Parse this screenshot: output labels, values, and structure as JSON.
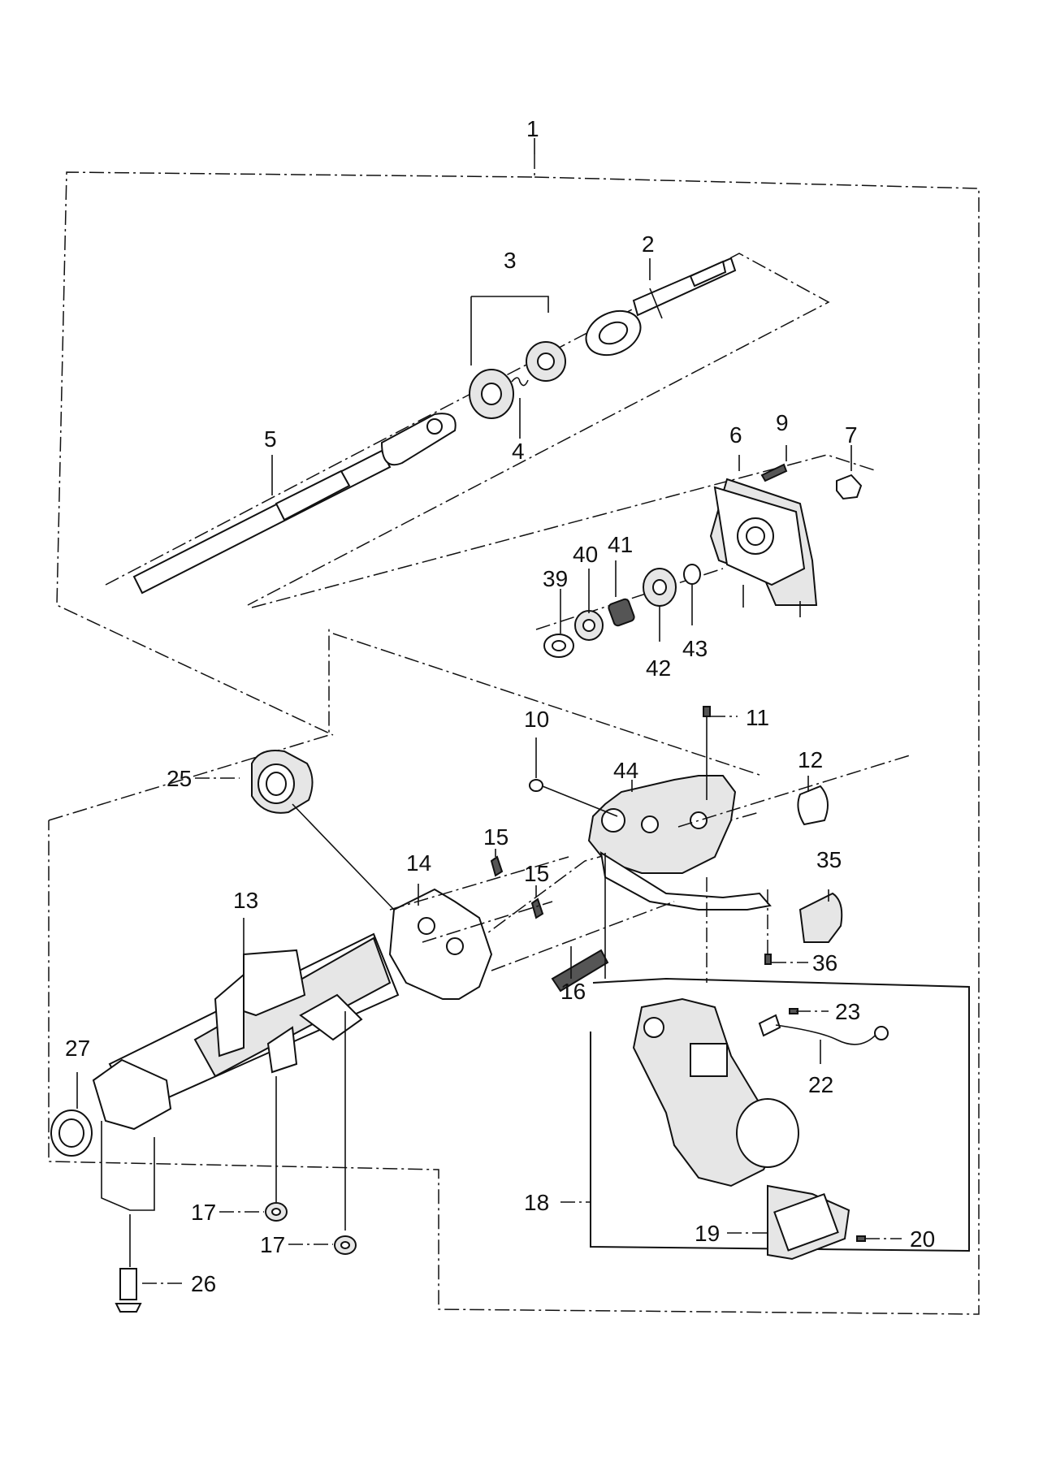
{
  "diagram": {
    "callouts": [
      "1",
      "2",
      "3",
      "4",
      "5",
      "6",
      "9",
      "7",
      "39",
      "40",
      "41",
      "42",
      "43",
      "10",
      "11",
      "44",
      "12",
      "25",
      "15",
      "15",
      "14",
      "35",
      "13",
      "36",
      "16",
      "23",
      "22",
      "27",
      "18",
      "17",
      "17",
      "19",
      "20",
      "26"
    ]
  }
}
